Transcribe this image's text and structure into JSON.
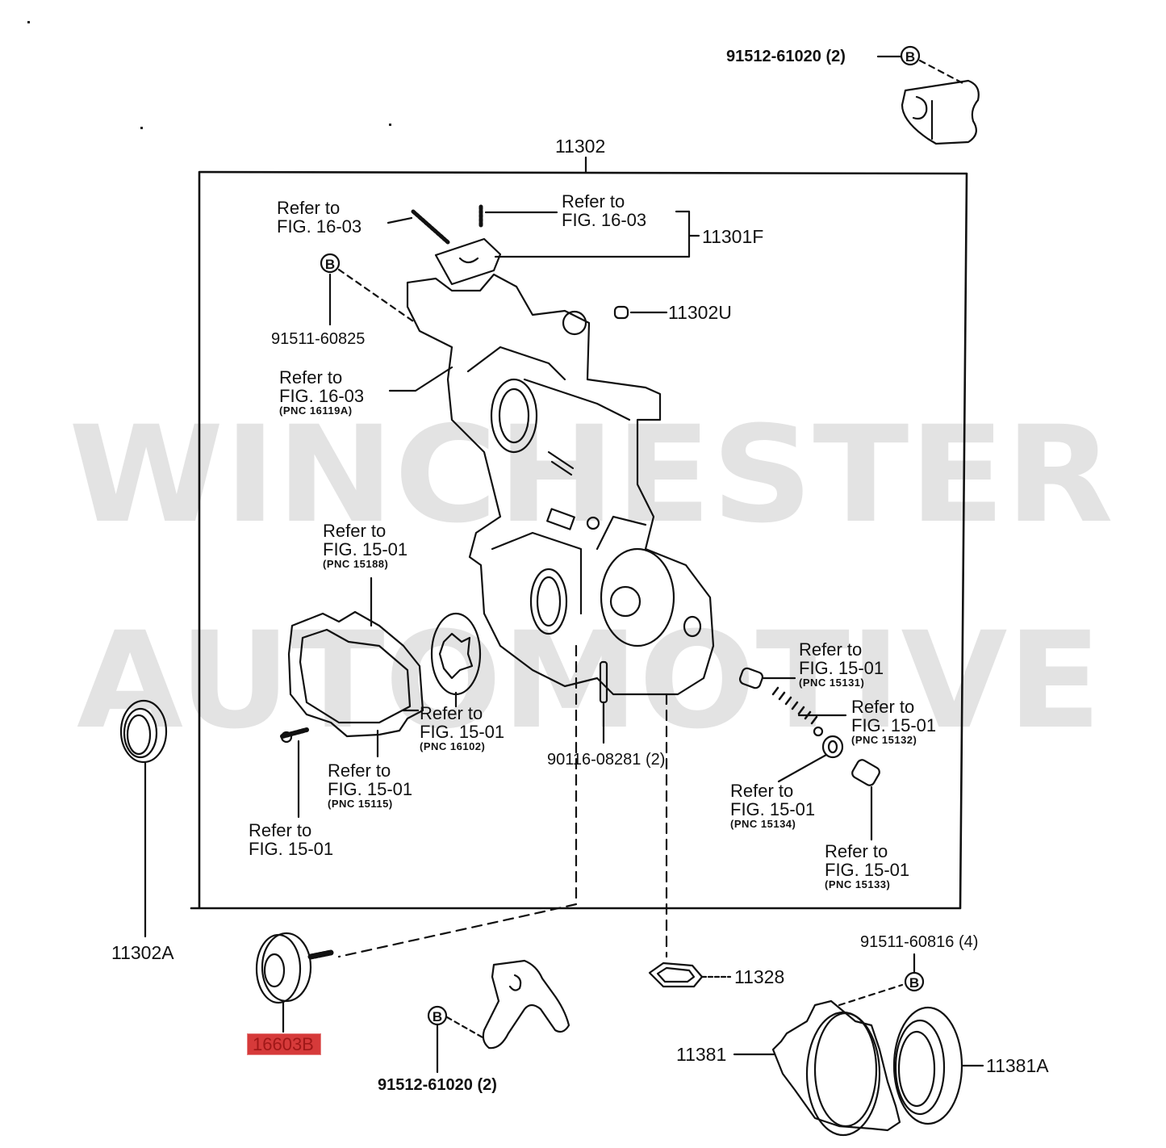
{
  "watermark": {
    "line1": "WINCHESTER",
    "line2": "AUTOMOTIVE"
  },
  "accent_color": "#d63a3a",
  "assembly_label": "11302",
  "highlighted_part": "16603B",
  "bolt_symbol": "B",
  "parts": {
    "bracket_bolt_top": "91512-61020 (2)",
    "bracket_bolt_bottom": "91512-61020 (2)",
    "bolt_left": "91511-60825",
    "pump_cover_bracket": "11301F",
    "plug": "11302U",
    "stud": "90116-08281 (2)",
    "oil_seal_left": "11302A",
    "gasket": "11328",
    "retainer_bolt": "91511-60816 (4)",
    "seal_retainer": "11381",
    "oil_seal_right": "11381A"
  },
  "references": [
    {
      "id": "ref-a",
      "line1": "Refer to",
      "line2": "FIG. 16-03",
      "pnc": ""
    },
    {
      "id": "ref-b",
      "line1": "Refer to",
      "line2": "FIG. 16-03",
      "pnc": ""
    },
    {
      "id": "ref-c",
      "line1": "Refer to",
      "line2": "FIG. 16-03",
      "pnc": "(PNC 16119A)"
    },
    {
      "id": "ref-d",
      "line1": "Refer to",
      "line2": "FIG. 15-01",
      "pnc": "(PNC 15188)"
    },
    {
      "id": "ref-e",
      "line1": "Refer to",
      "line2": "FIG. 15-01",
      "pnc": "(PNC 16102)"
    },
    {
      "id": "ref-f",
      "line1": "Refer to",
      "line2": "FIG. 15-01",
      "pnc": "(PNC 15115)"
    },
    {
      "id": "ref-g",
      "line1": "Refer to",
      "line2": "FIG. 15-01",
      "pnc": ""
    },
    {
      "id": "ref-h",
      "line1": "Refer to",
      "line2": "FIG. 15-01",
      "pnc": "(PNC 15131)"
    },
    {
      "id": "ref-i",
      "line1": "Refer to",
      "line2": "FIG. 15-01",
      "pnc": "(PNC 15132)"
    },
    {
      "id": "ref-j",
      "line1": "Refer to",
      "line2": "FIG. 15-01",
      "pnc": "(PNC 15134)"
    },
    {
      "id": "ref-k",
      "line1": "Refer to",
      "line2": "FIG. 15-01",
      "pnc": "(PNC 15133)"
    }
  ]
}
